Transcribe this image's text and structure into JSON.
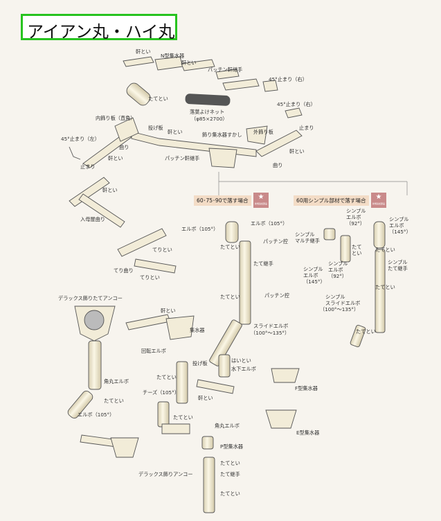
{
  "title": "アイアン丸・ハイ丸",
  "colors": {
    "accent": "#27c31f",
    "part_fill": "#f2ecd8",
    "part_stroke": "#555555",
    "section_bg": "#f3dcc6",
    "badge": "#c98a8a"
  },
  "badges": [
    {
      "icon": "star-icon",
      "small": "新規追加部品"
    },
    {
      "icon": "star-icon",
      "small": "新規追加部品"
    }
  ],
  "sections": {
    "drop_60_75_90": "60･75･90で落す場合",
    "drop_60_simple": "60用シンプル部材で落す場合"
  },
  "labels": {
    "noki1": "軒とい",
    "n_shusui": "N型集水器",
    "noki2": "軒とい",
    "patchin_top": "パッチン軒継手",
    "stop45_r1": "45°止まり（右）",
    "tatetoi_top": "たてとい",
    "rakuyou": "落葉よけネット",
    "rakuyou_size": "（φ85×2700）",
    "stop45_r2": "45°止まり（右）",
    "uchikazari": "内飾り板（直角）",
    "nageban": "投げ板",
    "noki3": "軒とい",
    "kazari_shusui": "飾り集水器すかし",
    "sotokazari": "外飾り板",
    "tomari": "止まり",
    "stop45_l": "45°止まり（左）",
    "magari1": "曲り",
    "noki4": "軒とい",
    "noki5": "軒とい",
    "tomari2": "止まり",
    "patchin2": "パッチン軒継手",
    "magari2": "曲り",
    "noki6": "軒とい",
    "irimoya": "入母屋曲り",
    "terutoi1": "てりとい",
    "terumagari": "てり曲り",
    "terutoi2": "てりとい",
    "deluxe_anko": "デラックス飾りたてアンコー",
    "kaku_elbow1": "角丸エルボ",
    "tatetoi_l": "たてとい",
    "elbow105_l": "エルボ（105°）",
    "noki_c": "軒とい",
    "shusui_c": "集水器",
    "kaiten": "回転エルボ",
    "tatetoi_c1": "たてとい",
    "nageban2": "投げ板",
    "cheese": "チーズ（105°）",
    "tatetoi_c2": "たてとい",
    "noki_c2": "軒とい",
    "elbow105_a": "エルボ（105°）",
    "elbow105_b": "エルボ（105°）",
    "tatetoi_m1": "たてとい",
    "patchin_k1": "パッチン控",
    "tate_tsugi": "たて継手",
    "tatetoi_m2": "たてとい",
    "patchin_k2": "パッチン控",
    "slide_elbow": "スライドエルボ",
    "slide_range": "（100°～135°）",
    "haitoi": "はいとい",
    "mizushita": "水下エルボ",
    "f_shusui": "F型集水器",
    "e_shusui": "E型集水器",
    "kaku_elbow2": "角丸エルボ",
    "p_shusui": "P型集水器",
    "tatetoi_b1": "たてとい",
    "tate_tsugi2": "たて継手",
    "tatetoi_b2": "たてとい",
    "deluxe_ri": "デラックス飾りアンコー",
    "s_elbow92_t": "シンプル",
    "s_elbow92_t2": "エルボ",
    "s_elbow92_t3": "（92°）",
    "s_elbow145_t": "シンプル",
    "s_elbow145_t2": "エルボ",
    "s_elbow145_t3": "（145°）",
    "s_multi": "シンプル",
    "s_multi2": "マルチ継手",
    "tatetoi_r1": "たて",
    "tatetoi_r1b": "とい",
    "tatetoi_r2": "たてとい",
    "s_elbow145_b": "シンプル",
    "s_elbow145_b2": "エルボ",
    "s_elbow145_b3": "（145°）",
    "s_elbow92_b": "シンプル",
    "s_elbow92_b2": "エルボ",
    "s_elbow92_b3": "（92°）",
    "s_tate": "シンプル",
    "s_tate2": "たて継手",
    "tatetoi_r3": "たてとい",
    "s_slide": "シンプル",
    "s_slide2": "スライドエルボ",
    "s_slide3": "（100°～135°）",
    "tatetoi_r4": "たてとい"
  }
}
